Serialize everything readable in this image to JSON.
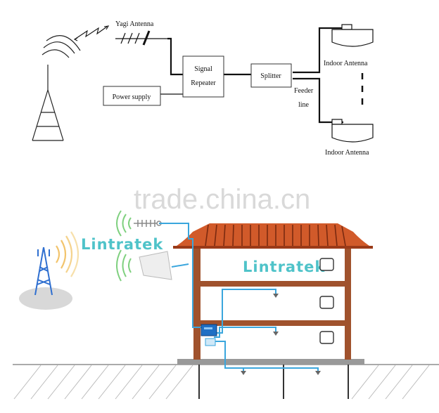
{
  "top_diagram": {
    "yagi_label": "Yagi Antenna",
    "repeater_line1": "Signal",
    "repeater_line2": "Repeater",
    "power_label": "Power supply",
    "splitter_label": "Splitter",
    "feeder_line1": "Feeder",
    "feeder_line2": "line",
    "indoor_top_label": "Indoor Antenna",
    "indoor_bottom_label": "Indoor Antenna"
  },
  "watermark": "trade.china.cn",
  "brand_outdoor": "Lintratek",
  "brand_building": "Lintratek",
  "colors": {
    "cable": "#3aa6dd",
    "roof": "#d15a2a",
    "wall": "#9a4a2a",
    "brand": "#4fc3c9",
    "tower": "#2f6fd0"
  }
}
